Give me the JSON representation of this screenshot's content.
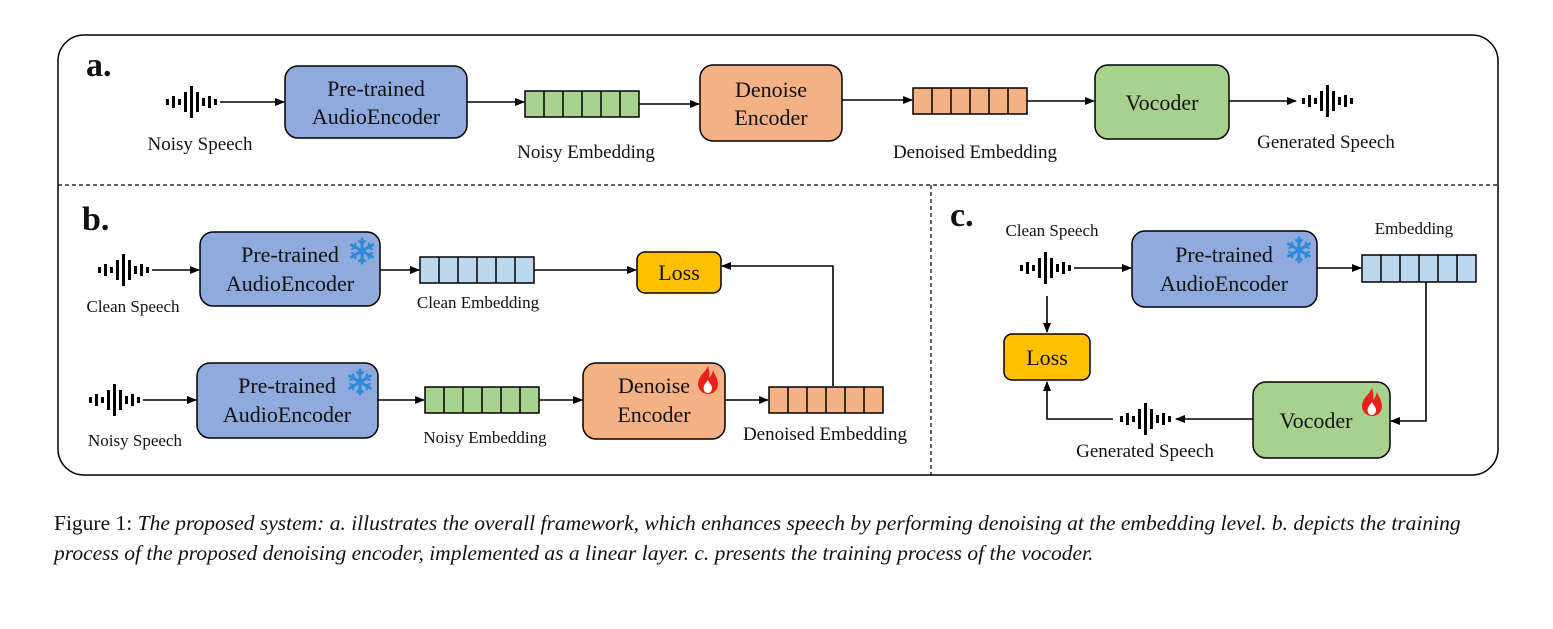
{
  "panels": {
    "a": {
      "label": "a.",
      "noisy_speech": "Noisy Speech",
      "encoder_line1": "Pre-trained",
      "encoder_line2": "AudioEncoder",
      "noisy_embedding": "Noisy Embedding",
      "denoise_line1": "Denoise",
      "denoise_line2": "Encoder",
      "denoised_embedding": "Denoised Embedding",
      "vocoder": "Vocoder",
      "generated_speech": "Generated Speech"
    },
    "b": {
      "label": "b.",
      "clean_speech": "Clean Speech",
      "encoder_line1": "Pre-trained",
      "encoder_line2": "AudioEncoder",
      "clean_embedding": "Clean Embedding",
      "loss": "Loss",
      "noisy_speech": "Noisy Speech",
      "noisy_embedding": "Noisy Embedding",
      "denoise_line1": "Denoise",
      "denoise_line2": "Encoder",
      "denoised_embedding": "Denoised Embedding"
    },
    "c": {
      "label": "c.",
      "clean_speech": "Clean Speech",
      "encoder_line1": "Pre-trained",
      "encoder_line2": "AudioEncoder",
      "embedding": "Embedding",
      "loss": "Loss",
      "vocoder": "Vocoder",
      "generated_speech": "Generated Speech"
    }
  },
  "caption": {
    "prefix": "Figure 1: ",
    "text": "The proposed system: a. illustrates the overall framework, which enhances speech by performing denoising at the embedding level. b. depicts the training process of the proposed denoising encoder, implemented as a linear layer. c. presents the training process of the vocoder."
  },
  "colors": {
    "encoder_fill": "#8faadc",
    "denoise_fill": "#f4b183",
    "vocoder_fill": "#a9d18e",
    "loss_fill": "#ffc000",
    "noisy_emb_fill": "#a9d18e",
    "denoised_emb_fill": "#f4b183",
    "clean_emb_fill": "#bdd7ee",
    "snowflake": "#2e8ad8",
    "flame": "#e8221b"
  }
}
